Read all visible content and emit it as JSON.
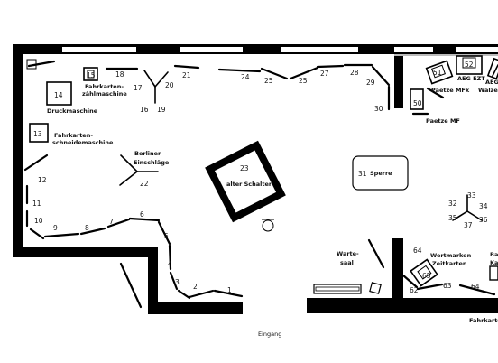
{
  "numbers": {
    "n1": "1",
    "n2": "2",
    "n3": "3",
    "n4": "4",
    "n5": "5",
    "n6": "6",
    "n7": "7",
    "n8": "8",
    "n9": "9",
    "n10": "10",
    "n11": "11",
    "n12": "12",
    "n13": "13",
    "n14": "14",
    "n15": "15",
    "n16": "16",
    "n17": "17",
    "n18": "18",
    "n19": "19",
    "n20": "20",
    "n21": "21",
    "n22": "22",
    "n23": "23",
    "n24": "24",
    "n25a": "25",
    "n25b": "25",
    "n27": "27",
    "n28": "28",
    "n29": "29",
    "n30": "30",
    "n31": "31",
    "n32": "32",
    "n33": "33",
    "n34": "34",
    "n35": "35",
    "n36": "36",
    "n37": "37",
    "n50": "50",
    "n51": "51",
    "n52": "52",
    "n64a": "64",
    "n64b": "64",
    "n62": "62",
    "n63": "63",
    "n65": "65"
  },
  "labels": {
    "fahrkarten_zaehlmaschine_1": "Fahrkarten-",
    "fahrkarten_zaehlmaschine_2": "zählmaschine",
    "druckmaschine": "Druckmaschine",
    "schneidemaschine_1": "Fahrkarten-",
    "schneidemaschine_2": "schneidemaschine",
    "berliner_1": "Berliner",
    "berliner_2": "Einschläge",
    "alter_schalter": "alter Schalter",
    "sperre": "Sperre",
    "paetze_mfk": "Paetze MFk",
    "aeg_ezt": "AEG EZT",
    "aeg_walzen_1": "AEG",
    "aeg_walzen_2": "Walzen",
    "paetze_mf": "Paetze MF",
    "wartesaal_1": "Warte-",
    "wartesaal_2": "saal",
    "wertmarken_1": "Wertmarken",
    "wertmarken_2": "Zeitkarten",
    "ba_1": "Ba",
    "ba_2": "Ka",
    "eingang": "Eingang",
    "fahrkarten_bottom": "Fahrkarte"
  }
}
